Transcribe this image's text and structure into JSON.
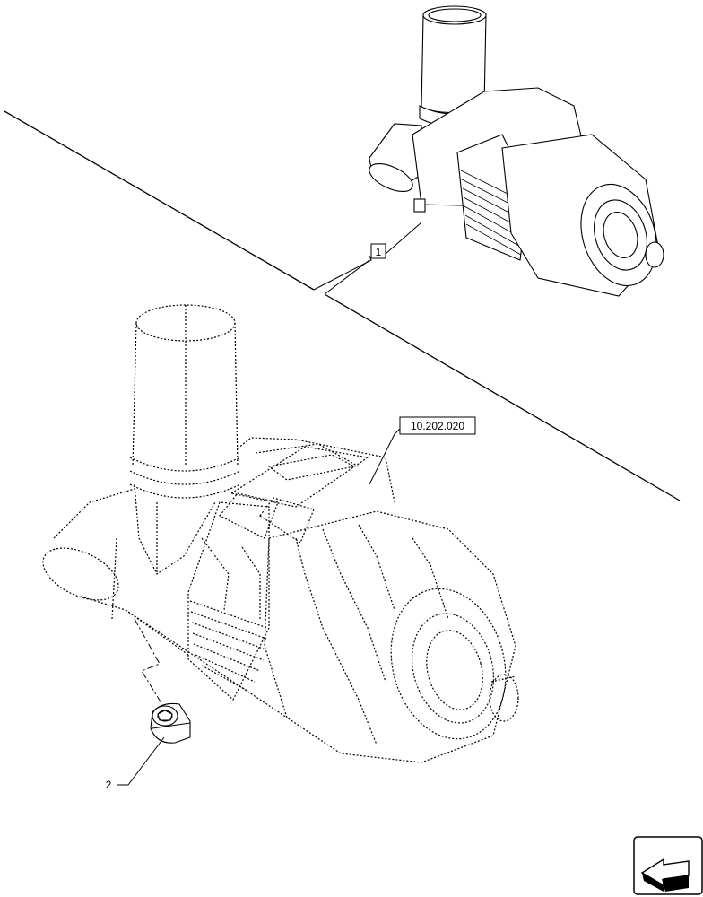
{
  "callouts": {
    "part_1": "1",
    "part_2": "2",
    "reference": "10.202.020"
  },
  "icons": {
    "navigation": "back-arrow-icon"
  },
  "colors": {
    "line": "#000000",
    "background": "#ffffff"
  }
}
